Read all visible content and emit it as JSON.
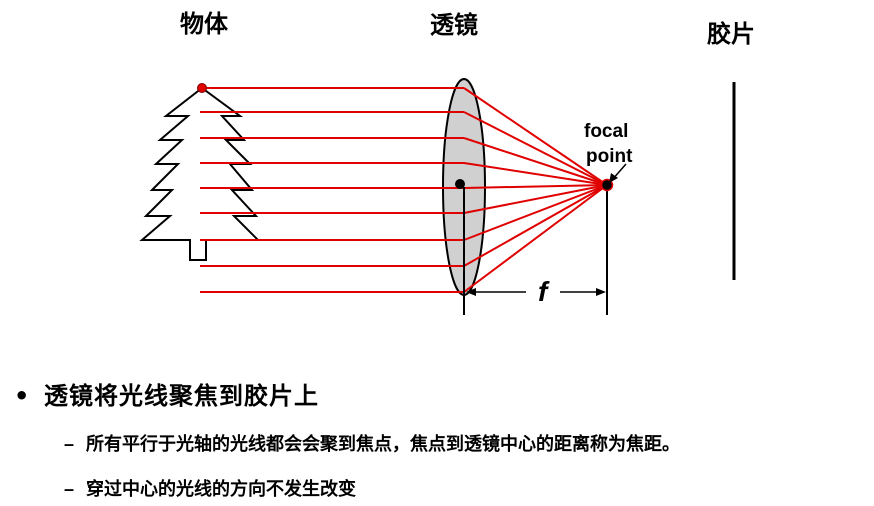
{
  "headings": {
    "object": "物体",
    "lens": "透镜",
    "film": "胶片"
  },
  "labels": {
    "focal_point_line1": "focal",
    "focal_point_line2": "point",
    "focal_length": "f"
  },
  "colors": {
    "ray": "#e00000",
    "lens_fill": "#d0d0d0",
    "outline": "#000000"
  },
  "bullets": {
    "main": "透镜将光线聚焦到胶片上",
    "sub1": "所有平行于光轴的光线都会会聚到焦点，焦点到透镜中心的距离称为焦距。",
    "sub2": "穿过中心的光线的方向不发生改变"
  }
}
